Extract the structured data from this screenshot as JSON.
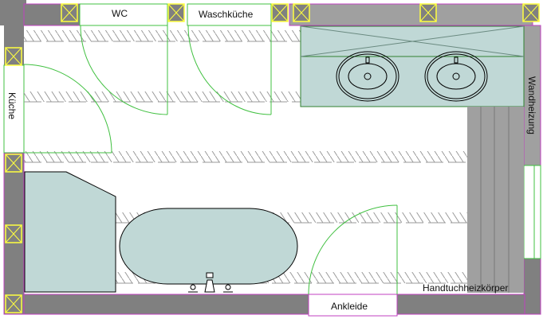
{
  "labels": {
    "wc": "WC",
    "waschkueche": "Waschküche",
    "kueche": "Küche",
    "wandheizung": "Wandheizung",
    "ankleide": "Ankleide",
    "handtuchheizkoerper": "Handtuchheizkörper"
  },
  "colors": {
    "wall": "#808080",
    "wall_outline": "#c040c0",
    "pillar_outline": "#ffff40",
    "fixture_fill": "#c0d8d6",
    "door": "#40c040",
    "hatch": "#909090"
  }
}
